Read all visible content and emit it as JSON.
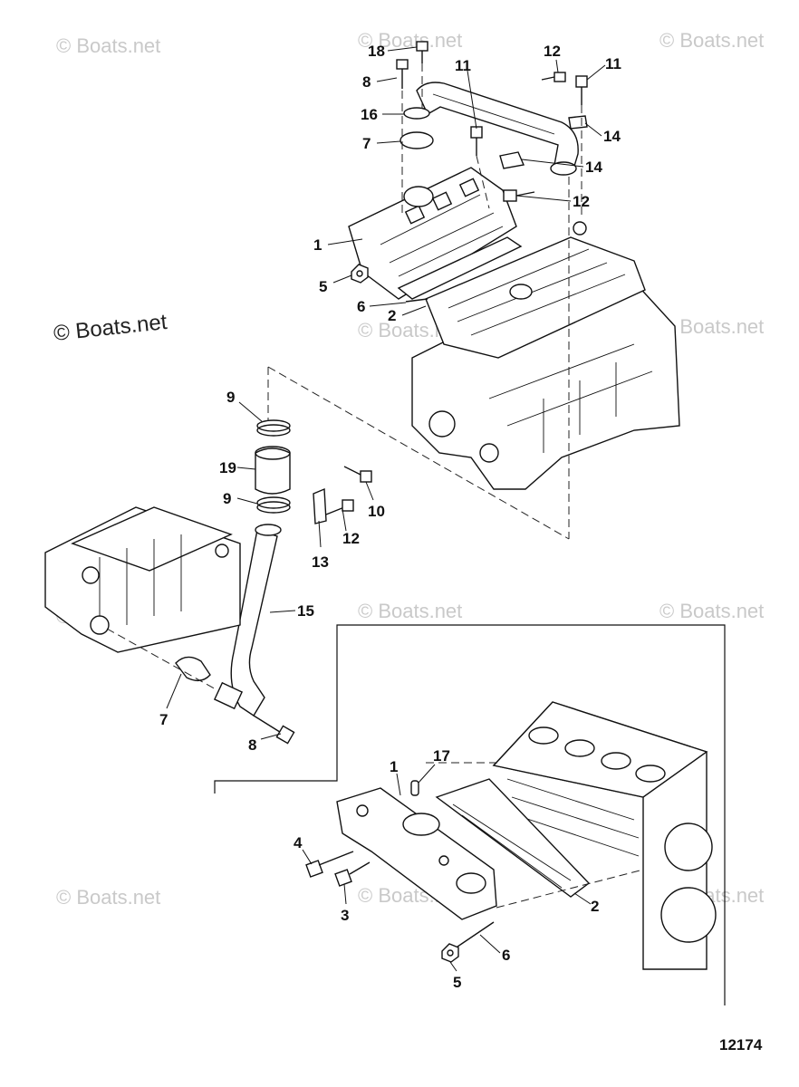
{
  "watermark": "© Boats.net",
  "figure_number": "12174",
  "callouts": {
    "c18": "18",
    "c8a": "8",
    "c11a": "11",
    "c16": "16",
    "c7a": "7",
    "c12a": "12",
    "c11b": "11",
    "c14a": "14",
    "c14b": "14",
    "c12b": "12",
    "c1a": "1",
    "c5a": "5",
    "c6a": "6",
    "c2a": "2",
    "c9a": "9",
    "c19": "19",
    "c9b": "9",
    "c10": "10",
    "c12c": "12",
    "c13": "13",
    "c15": "15",
    "c7b": "7",
    "c8b": "8",
    "c1b": "1",
    "c17": "17",
    "c4": "4",
    "c3": "3",
    "c2b": "2",
    "c6b": "6",
    "c5b": "5"
  }
}
